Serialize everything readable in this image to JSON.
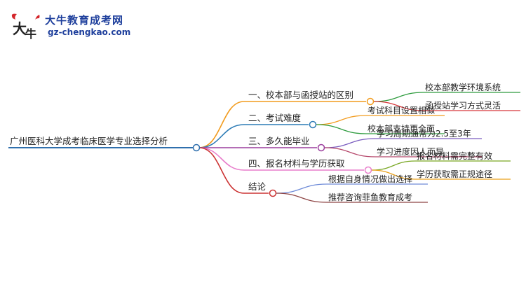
{
  "brand": {
    "title": "大牛教育成考网",
    "url": "gz-chengkao.com",
    "logo_text": "大牛",
    "accent": "#1e3f9c",
    "logo_red": "#d4262b"
  },
  "mindmap": {
    "root": {
      "label": "广州医科大学成考临床医学专业选择分析",
      "color": "#2f6fad"
    },
    "branches": [
      {
        "label": "一、校本部与函授站的区别",
        "color": "#f29c1f",
        "children": [
          {
            "label": "校本部教学环境系统",
            "color": "#2e9b3e"
          },
          {
            "label": "函授站学习方式灵活",
            "color": "#d7363a"
          }
        ]
      },
      {
        "label": "二、考试难度",
        "color": "#2c7bb6",
        "children": [
          {
            "label": "考试科目设置相似",
            "color": "#f29c1f"
          },
          {
            "label": "校本部支持更全面",
            "color": "#2e9b3e"
          }
        ]
      },
      {
        "label": "三、多久能毕业",
        "color": "#9c3f9e",
        "children": [
          {
            "label": "学习周期通常为2.5至3年",
            "color": "#7a5cbf"
          },
          {
            "label": "学习进度因人而异",
            "color": "#b5476b"
          }
        ]
      },
      {
        "label": "四、报名材料与学历获取",
        "color": "#e87dcb",
        "children": [
          {
            "label": "报名材料需完整有效",
            "color": "#7aa825"
          },
          {
            "label": "学历获取需正规途径",
            "color": "#e9a11a"
          }
        ]
      },
      {
        "label": "结论",
        "color": "#cc3333",
        "children": [
          {
            "label": "根据自身情况做出选择",
            "color": "#6e8bd8"
          },
          {
            "label": "推荐咨询菲鱼教育成考",
            "color": "#8e4545"
          }
        ]
      }
    ]
  }
}
